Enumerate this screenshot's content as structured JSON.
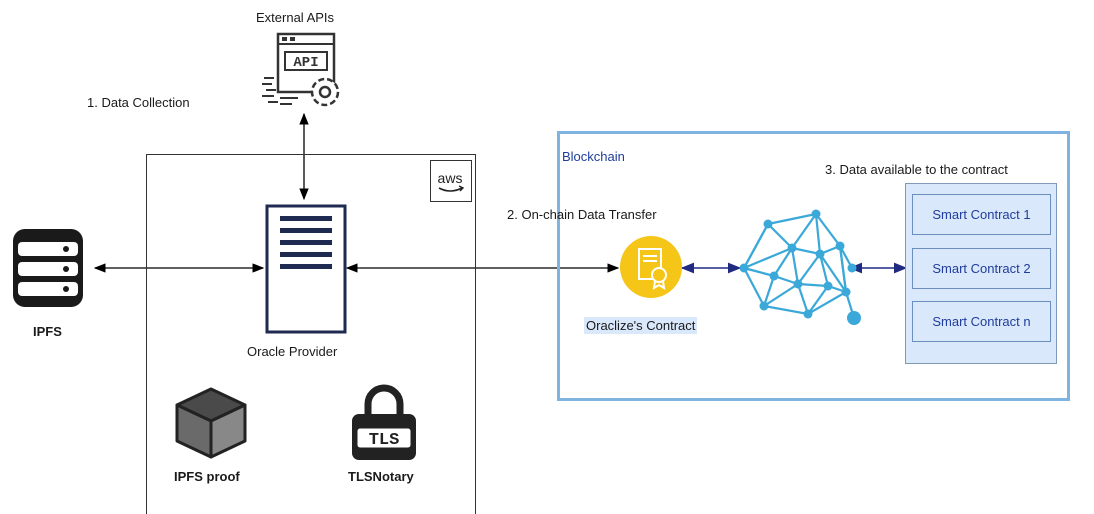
{
  "labels": {
    "external_apis": "External APIs",
    "data_collection": "1. Data Collection",
    "ipfs": "IPFS",
    "oracle_provider": "Oracle Provider",
    "ipfs_proof": "IPFS proof",
    "tlsnotary": "TLSNotary",
    "blockchain": "Blockchain",
    "onchain_transfer": "2. On-chain Data Transfer",
    "data_available": "3. Data available to the contract",
    "oraclize_contract": "Oraclize's Contract"
  },
  "icons": {
    "api": "API",
    "aws": "aws",
    "tls": "TLS"
  },
  "smart_contracts": [
    "Smart Contract 1",
    "Smart Contract 2",
    "Smart Contract n"
  ],
  "colors": {
    "blockchain_border": "#7fb3e0",
    "contract_fill": "#dae8fc",
    "contract_border": "#6c8ebf",
    "network_blue": "#3aa8d8",
    "oraclize_gold": "#f5c518",
    "arrow_dark": "#1f2a80"
  }
}
